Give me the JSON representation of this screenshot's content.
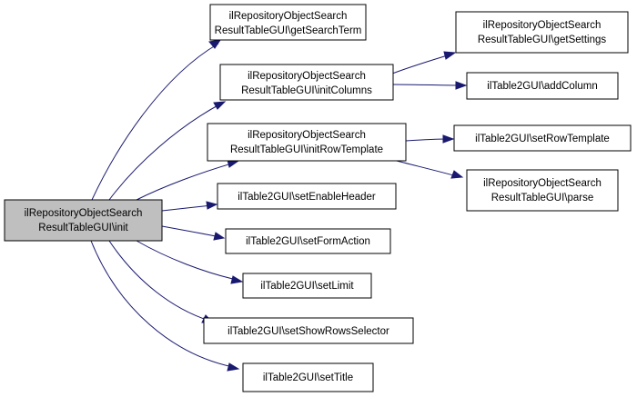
{
  "graph": {
    "colors": {
      "root_fill": "#bfbfbf",
      "node_fill": "#ffffff",
      "border": "#000000",
      "edge": "#191970"
    },
    "root": {
      "line1": "ilRepositoryObjectSearch",
      "line2": "ResultTableGUI\\init"
    },
    "nodes": {
      "get_search_term": {
        "line1": "ilRepositoryObjectSearch",
        "line2": "ResultTableGUI\\getSearchTerm"
      },
      "init_columns": {
        "line1": "ilRepositoryObjectSearch",
        "line2": "ResultTableGUI\\initColumns"
      },
      "init_row_template": {
        "line1": "ilRepositoryObjectSearch",
        "line2": "ResultTableGUI\\initRowTemplate"
      },
      "set_enable_header": {
        "line1": "ilTable2GUI\\setEnableHeader"
      },
      "set_form_action": {
        "line1": "ilTable2GUI\\setFormAction"
      },
      "set_limit": {
        "line1": "ilTable2GUI\\setLimit"
      },
      "set_show_rows_selector": {
        "line1": "ilTable2GUI\\setShowRowsSelector"
      },
      "set_title": {
        "line1": "ilTable2GUI\\setTitle"
      },
      "get_settings": {
        "line1": "ilRepositoryObjectSearch",
        "line2": "ResultTableGUI\\getSettings"
      },
      "add_column": {
        "line1": "ilTable2GUI\\addColumn"
      },
      "set_row_template": {
        "line1": "ilTable2GUI\\setRowTemplate"
      },
      "parse": {
        "line1": "ilRepositoryObjectSearch",
        "line2": "ResultTableGUI\\parse"
      }
    }
  }
}
